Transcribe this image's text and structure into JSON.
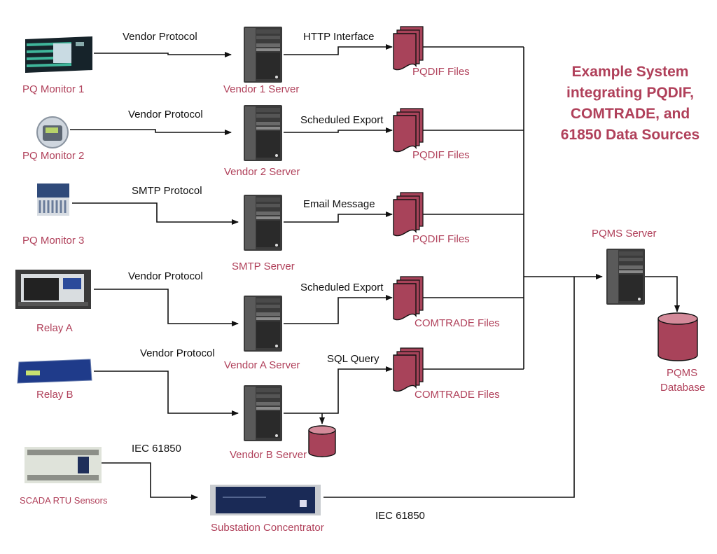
{
  "title": [
    "Example System",
    "integrating PQDIF,",
    "COMTRADE, and",
    "61850 Data Sources"
  ],
  "colors": {
    "accent": "#b0405a",
    "file": "#a8435a",
    "line": "#111111"
  },
  "devices": {
    "pq_monitor_1": "PQ Monitor 1",
    "pq_monitor_2": "PQ Monitor 2",
    "pq_monitor_3": "PQ Monitor 3",
    "relay_a": "Relay A",
    "relay_b": "Relay B",
    "scada": "SCADA RTU Sensors"
  },
  "servers": {
    "vendor1": "Vendor 1 Server",
    "vendor2": "Vendor 2 Server",
    "smtp": "SMTP Server",
    "vendorA": "Vendor A Server",
    "vendorB": "Vendor B Server",
    "concentrator": "Substation Concentrator",
    "pqms": "PQMS Server"
  },
  "files": [
    "PQDIF  Files",
    "PQDIF  Files",
    "PQDIF  Files",
    "COMTRADE Files",
    "COMTRADE Files"
  ],
  "database": {
    "line1": "PQMS",
    "line2": "Database"
  },
  "edges": {
    "m1": "Vendor Protocol",
    "m2": "Vendor Protocol",
    "m3": "SMTP Protocol",
    "ra": "Vendor Protocol",
    "rb": "Vendor Protocol",
    "scada": "IEC 61850",
    "s1": "HTTP Interface",
    "s2": "Scheduled Export",
    "s3": "Email Message",
    "sa": "Scheduled Export",
    "sb": "SQL Query",
    "concentrator": "IEC 61850"
  }
}
